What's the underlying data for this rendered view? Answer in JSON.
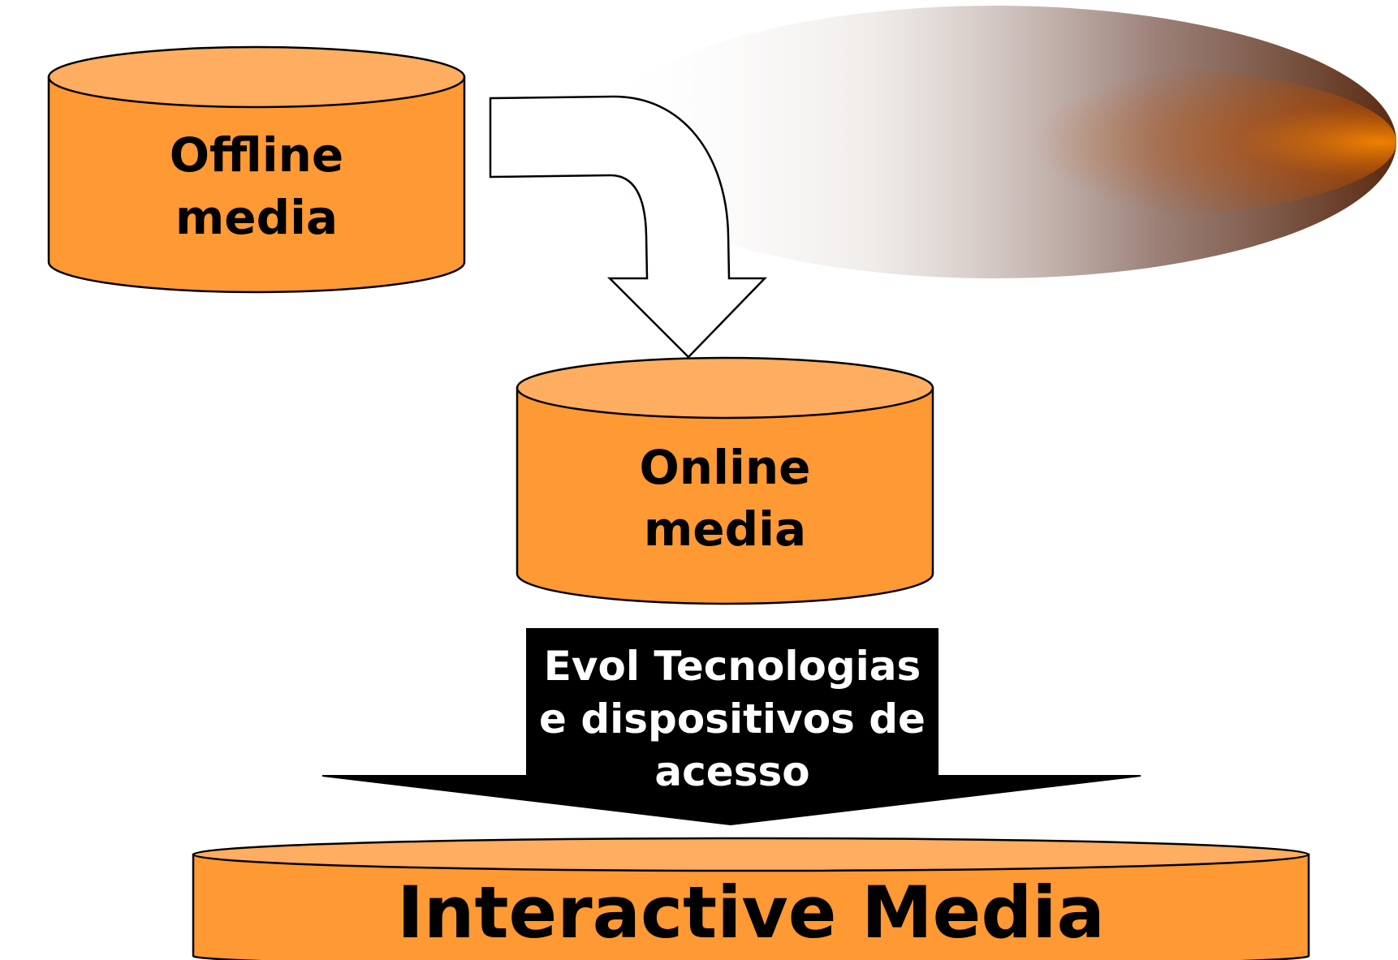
{
  "diagram": {
    "offline": {
      "line1": "Offline",
      "line2": "media"
    },
    "online": {
      "line1": "Online",
      "line2": "media"
    },
    "evolution_arrow": {
      "line1": "Evol Tecnologias",
      "line2": "e dispositivos de",
      "line3": "acesso"
    },
    "interactive": {
      "label": "Interactive Media"
    }
  },
  "colors": {
    "cylinder_fill": "#ff9933",
    "cylinder_top": "#ffad60",
    "arrow_fill": "#000000",
    "timeline_start": "#000000",
    "timeline_mid": "#800040",
    "timeline_end": "#ffb000",
    "comet_glow": "#804020"
  }
}
